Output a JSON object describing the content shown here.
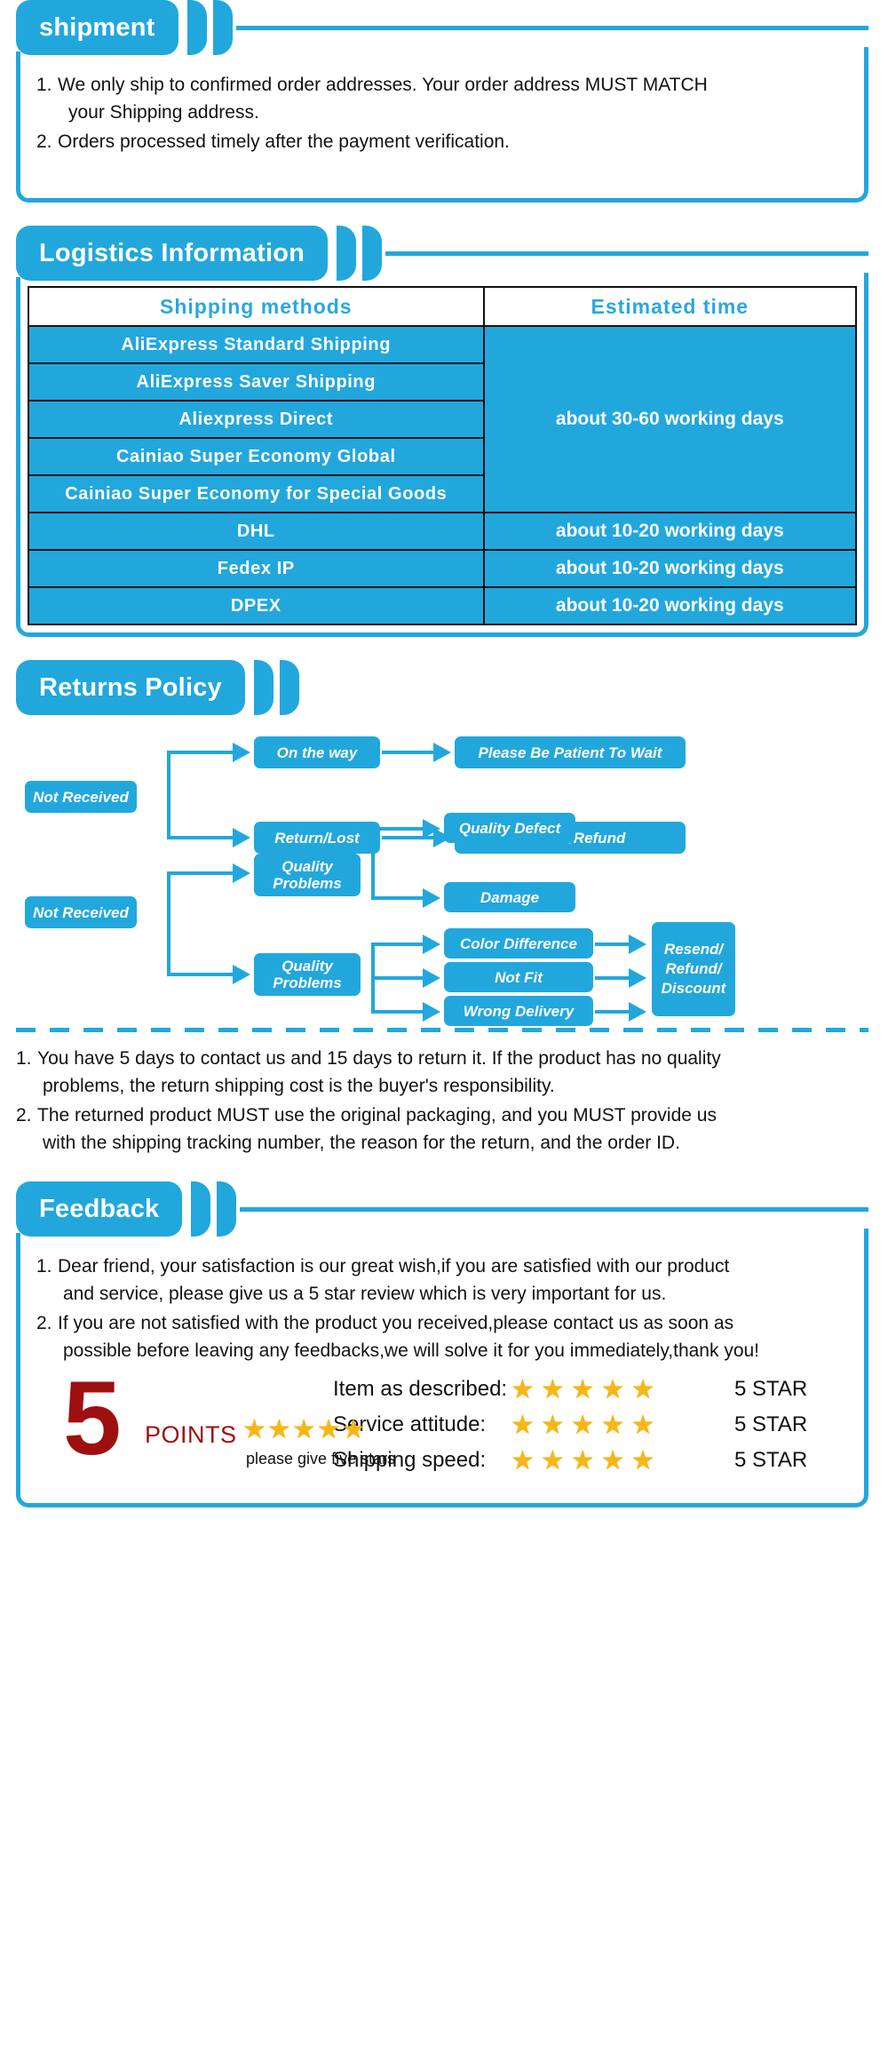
{
  "theme": {
    "blue": "#22a7dd",
    "blue_text": "#2aa7e0",
    "star_gold": "#f6b714",
    "dark_red": "#9e1010"
  },
  "shipment": {
    "title": "shipment",
    "items": [
      {
        "num": "1.",
        "line1": "We only ship to confirmed order addresses. Your order address MUST MATCH",
        "line2": "your Shipping address."
      },
      {
        "num": "2.",
        "line1": "Orders processed timely after the payment verification.",
        "line2": ""
      }
    ]
  },
  "logistics": {
    "title": "Logistics Information",
    "columns": [
      "Shipping  methods",
      "Estimated  time"
    ],
    "rows": [
      {
        "method": "AliExpress  Standard  Shipping",
        "time": "about 30-60 working days",
        "group": "A"
      },
      {
        "method": "AliExpress  Saver  Shipping",
        "time": "",
        "group": "A"
      },
      {
        "method": "Aliexpress  Direct",
        "time": "",
        "group": "A"
      },
      {
        "method": "Cainiao  Super  Economy  Global",
        "time": "",
        "group": "A"
      },
      {
        "method": "Cainiao  Super  Economy  for Special  Goods",
        "time": "",
        "group": "A"
      },
      {
        "method": "DHL",
        "time": "about 10-20 working days",
        "group": "B"
      },
      {
        "method": "Fedex  IP",
        "time": "about 10-20 working days",
        "group": "C"
      },
      {
        "method": "DPEX",
        "time": "about 10-20 working days",
        "group": "D"
      }
    ],
    "merged_time_label": "about 30-60 working days",
    "dhl_time": "about 10-20 working days",
    "fedex_time": "about 10-20 working days",
    "dpex_time": "about 10-20 working days"
  },
  "returns": {
    "title": "Returns Policy",
    "flow": {
      "root1": "Not Received",
      "root2": "Not Received",
      "on_the_way": "On the way",
      "return_lost": "Return/Lost",
      "please_wait": "Please Be Patient To Wait",
      "resend_refund": "Resend/Refund",
      "quality_problems_1": "Quality Problems",
      "quality_problems_2": "Quality Problems",
      "quality_defect": "Quality Defect",
      "damage": "Damage",
      "color_difference": "Color Difference",
      "not_fit": "Not Fit",
      "wrong_delivery": "Wrong Delivery",
      "resend_refund_discount": "Resend/ Refund/ Discount"
    },
    "notes": [
      {
        "num": "1.",
        "line1": "You have 5 days to contact us and 15 days to return it. If the product has no quality",
        "line2": "problems, the return shipping cost is the buyer's responsibility."
      },
      {
        "num": "2.",
        "line1": "The returned product MUST use the original packaging, and you MUST provide us",
        "line2": "with the shipping tracking number, the reason for the return, and the order ID."
      }
    ]
  },
  "feedback": {
    "title": "Feedback",
    "notes": [
      {
        "num": "1.",
        "line1": "Dear friend, your satisfaction is our great wish,if you are satisfied with our product",
        "line2": "and service, please give us a 5 star review which is very important for us."
      },
      {
        "num": "2.",
        "line1": "If you are not satisfied with the product you received,please contact us as soon as",
        "line2": "possible before leaving any feedbacks,we will solve it for you immediately,thank you!"
      }
    ],
    "badge": {
      "digit": "5",
      "points": "POINTS",
      "caption": "please give five stars",
      "stars": "★★★★★"
    },
    "ratings": [
      {
        "label": "Item as described:",
        "stars": "★★★★★",
        "value": "5 STAR"
      },
      {
        "label": "Service attitude:",
        "stars": "★★★★★",
        "value": "5 STAR"
      },
      {
        "label": "Shipping speed:",
        "stars": "★★★★★",
        "value": "5 STAR"
      }
    ]
  }
}
